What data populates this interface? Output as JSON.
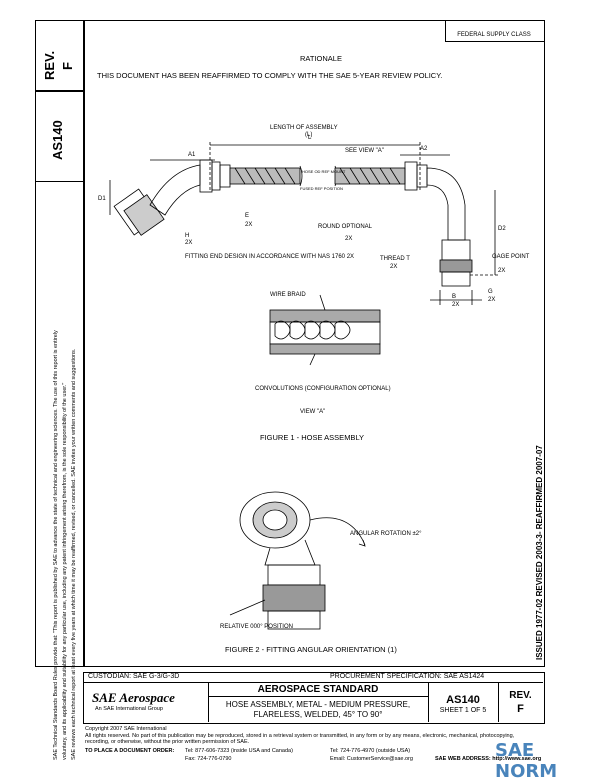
{
  "header": {
    "rev_label": "REV.",
    "rev_value": "F",
    "doc_number": "AS140",
    "federal_supply_class": "FEDERAL SUPPLY CLASS"
  },
  "rationale": {
    "title": "RATIONALE",
    "text": "THIS DOCUMENT HAS BEEN REAFFIRMED TO COMPLY WITH THE SAE 5-YEAR REVIEW POLICY."
  },
  "side_text": {
    "line1": "SAE Technical Standards Board Rules provide that: \"This report is published by SAE to advance the state of technical and engineering sciences. The use of this report is entirely",
    "line2": "voluntary, and its applicability and suitability for any particular use, including any patent infringement arising therefrom, is the sole responsibility of the user.\"",
    "line3": "SAE reviews each technical report at least every five years at which time it may be reaffirmed, revised, or cancelled. SAE invites your written comments and suggestions.",
    "dates": "ISSUED  1977-02      REVISED  2003-3-      REAFFIRMED  2007-07"
  },
  "figure1": {
    "caption": "FIGURE 1 - HOSE ASSEMBLY",
    "length_label": "LENGTH OF ASSEMBLY",
    "length_note": "(L)",
    "L": "L",
    "A1": "A1",
    "A2": "A2",
    "D1": "D1",
    "D2": "D2",
    "see_view": "SEE VIEW \"A\"",
    "hose_od_ref": "HOSE OD REF MOUNT",
    "fused_ref": "FUSED REF POSITION",
    "e_label": "E",
    "e_2x": "2X",
    "h_label": "H",
    "h_2x": "2X",
    "round_optional": "ROUND OPTIONAL",
    "round_2x": "2X",
    "fitting_end": "FITTING END DESIGN IN ACCORDANCE WITH NAS 1760 2X",
    "thread_t": "THREAD T",
    "thread_2x": "2X",
    "gage_point": "GAGE POINT",
    "gage_2x": "2X",
    "b_label": "B",
    "b_2x": "2X",
    "g_label": "G",
    "g_2x": "2X",
    "wire_braid": "WIRE BRAID",
    "convolutions": "CONVOLUTIONS (CONFIGURATION OPTIONAL)",
    "view_a": "VIEW \"A\""
  },
  "figure2": {
    "caption": "FIGURE 2 - FITTING ANGULAR ORIENTATION (1)",
    "angular_rotation": "ANGULAR ROTATION ±2°",
    "relative_position": "RELATIVE 000° POSITION"
  },
  "footer": {
    "custodian": "CUSTODIAN:  SAE G-3/G-3D",
    "procurement": "PROCUREMENT SPECIFICATION:  SAE AS1424",
    "sae_logo": "SAE Aerospace",
    "sae_tagline": "An SAE International Group",
    "standard_title": "AEROSPACE STANDARD",
    "doc_title_line1": "HOSE ASSEMBLY, METAL - MEDIUM PRESSURE,",
    "doc_title_line2": "FLARELESS, WELDED, 45° TO 90°",
    "doc_number": "AS140",
    "sheet": "SHEET 1 OF 5",
    "rev_label": "REV.",
    "rev_value": "F",
    "copyright": "Copyright 2007 SAE International",
    "rights": "All rights reserved. No part of this publication may be reproduced, stored in a retrieval system or transmitted, in any form or by any means, electronic, mechanical, photocopying, recording, or otherwise, without the prior written permission of SAE.",
    "order_label": "TO PLACE A DOCUMENT ORDER:",
    "tel1": "Tel: 877-606-7323 (inside USA and Canada)",
    "tel2": "Tel: 724-776-4970 (outside USA)",
    "fax": "Fax: 724-776-0790",
    "email": "Email: CustomerService@sae.org",
    "web": "SAE WEB ADDRESS:  http://www.sae.org",
    "watermark": "SAE NORM"
  }
}
